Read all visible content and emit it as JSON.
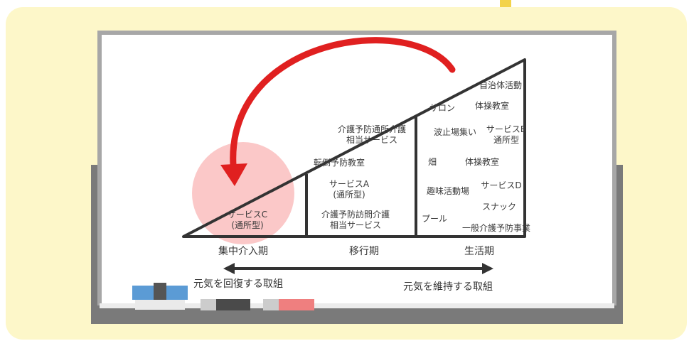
{
  "colors": {
    "background_panel": "#fdf7c9",
    "board_frame": "#a7a7a7",
    "board_surface": "#ffffff",
    "tray": "#7a7a7a",
    "triangle_stroke": "#333333",
    "highlight_circle": "#f9b5b5",
    "arrow_red": "#e02020",
    "eraser_blue": "#5b9bd5",
    "marker_red": "#ef7f7f"
  },
  "zones": {
    "intensive": {
      "items": [
        "サービスC",
        "(通所型)"
      ]
    },
    "transition": {
      "items": [
        "介護予防通所介護",
        "相当サービス",
        "転倒予防教室",
        "サービスA",
        "(通所型)",
        "介護予防訪問介護",
        "相当サービス"
      ]
    },
    "life": {
      "items": [
        "自治体活動",
        "サロン",
        "体操教室",
        "波止場集い",
        "サービスB",
        "通所型",
        "畑",
        "体操教室",
        "趣味活動場",
        "サービスD",
        "スナック",
        "プール",
        "一般介護予防事業"
      ]
    }
  },
  "periods": [
    "集中介入期",
    "移行期",
    "生活期"
  ],
  "captions": {
    "left": "元気を回復する取組",
    "right": "元気を維持する取組"
  },
  "icons": {
    "arrow": "curved-arrow-icon",
    "double_arrow": "double-arrow-icon",
    "eraser": "eraser-icon",
    "marker": "marker-icon"
  }
}
